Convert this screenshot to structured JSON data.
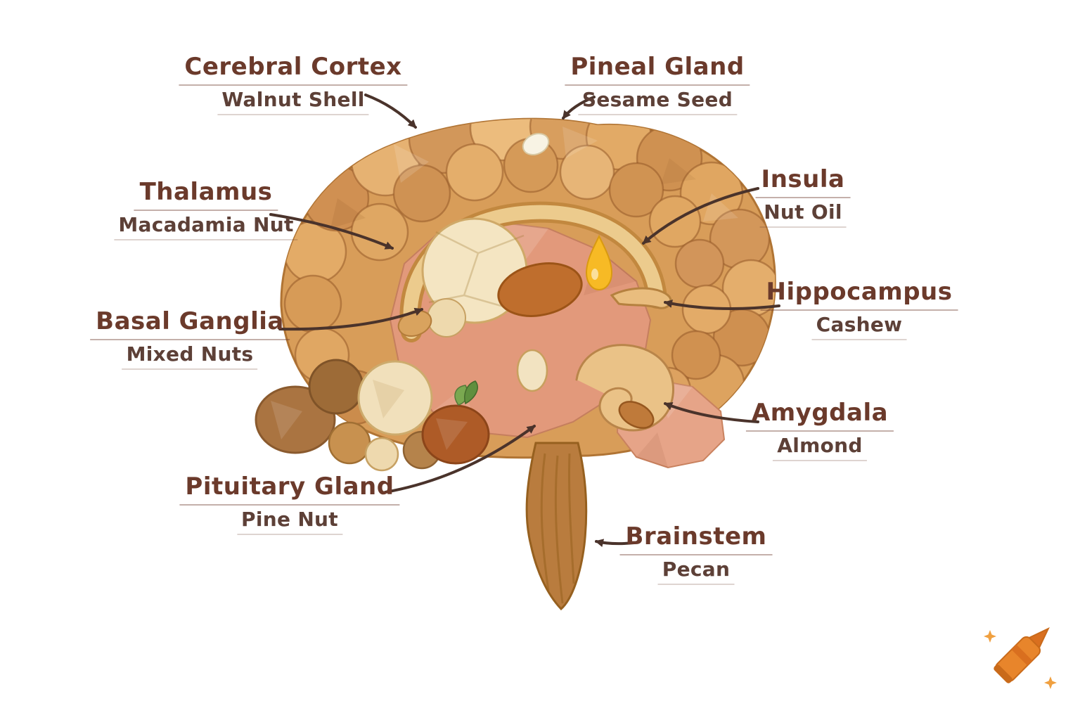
{
  "diagram": {
    "subject": "brain-made-of-nuts",
    "labels": [
      {
        "id": "cerebral-cortex",
        "title": "Cerebral Cortex",
        "subtitle": "Walnut Shell"
      },
      {
        "id": "pineal-gland",
        "title": "Pineal Gland",
        "subtitle": "Sesame Seed"
      },
      {
        "id": "thalamus",
        "title": "Thalamus",
        "subtitle": "Macadamia Nut"
      },
      {
        "id": "insula",
        "title": "Insula",
        "subtitle": "Nut Oil"
      },
      {
        "id": "basal-ganglia",
        "title": "Basal Ganglia",
        "subtitle": "Mixed Nuts"
      },
      {
        "id": "hippocampus",
        "title": "Hippocampus",
        "subtitle": "Cashew"
      },
      {
        "id": "amygdala",
        "title": "Amygdala",
        "subtitle": "Almond"
      },
      {
        "id": "pituitary-gland",
        "title": "Pituitary Gland",
        "subtitle": "Pine Nut"
      },
      {
        "id": "brainstem",
        "title": "Brainstem",
        "subtitle": "Pecan"
      }
    ],
    "colors": {
      "label_title": "#6b3a2b",
      "label_subtitle": "#5d4037",
      "arrow": "#4a332b",
      "cortex_tan": "#d89d59",
      "inner_pink": "#e2997b",
      "macadamia_cream": "#f4e5c2",
      "oil_gold": "#f7ba25",
      "crayon_orange": "#e8852b"
    },
    "logo": {
      "name": "crayon-logo"
    }
  }
}
